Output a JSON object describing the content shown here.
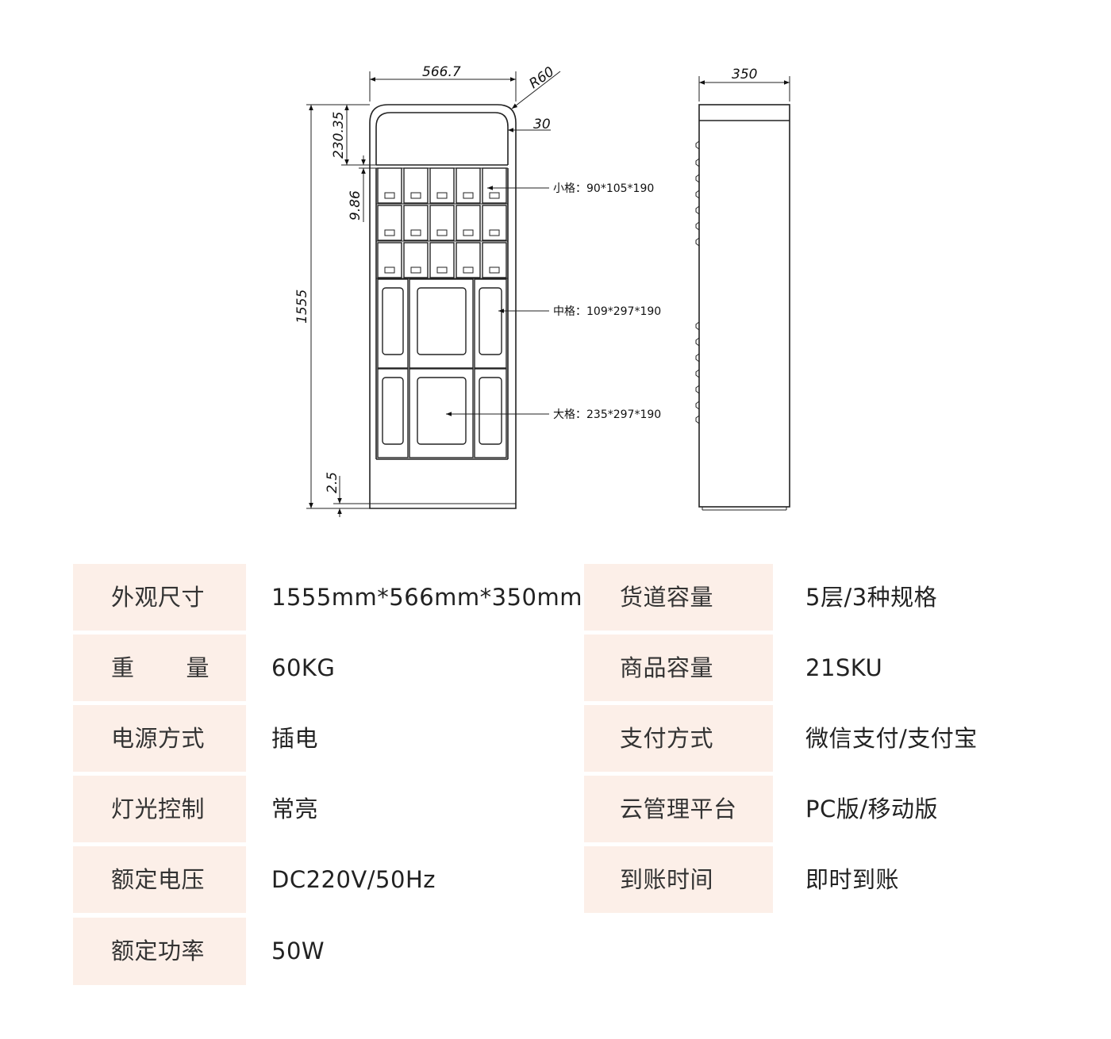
{
  "drawing": {
    "dimensions": {
      "width": "566.7",
      "radius": "R60",
      "frame": "30",
      "top_height": "230.35",
      "shelf_gap": "9.86",
      "total_height": "1555",
      "base": "2.5",
      "depth": "350"
    },
    "notes": {
      "small": "小格：90*105*190",
      "medium": "中格：109*297*190",
      "large": "大格：235*297*190"
    }
  },
  "specs": {
    "left": [
      {
        "label": "外观尺寸",
        "value": "1555mm*566mm*350mm"
      },
      {
        "label": "重　量",
        "label_parts": [
          "重",
          "量"
        ],
        "value": "60KG"
      },
      {
        "label": "电源方式",
        "value": "插电"
      },
      {
        "label": "灯光控制",
        "value": "常亮"
      },
      {
        "label": "额定电压",
        "value": "DC220V/50Hz"
      },
      {
        "label": "额定功率",
        "value": "50W"
      }
    ],
    "right": [
      {
        "label": "货道容量",
        "value": "5层/3种规格"
      },
      {
        "label": "商品容量",
        "value": "21SKU"
      },
      {
        "label": "支付方式",
        "value": "微信支付/支付宝"
      },
      {
        "label": "云管理平台",
        "value": "PC版/移动版"
      },
      {
        "label": "到账时间",
        "value": "即时到账"
      }
    ]
  },
  "colors": {
    "label_background": "#fcefe8",
    "line": "#222222"
  }
}
